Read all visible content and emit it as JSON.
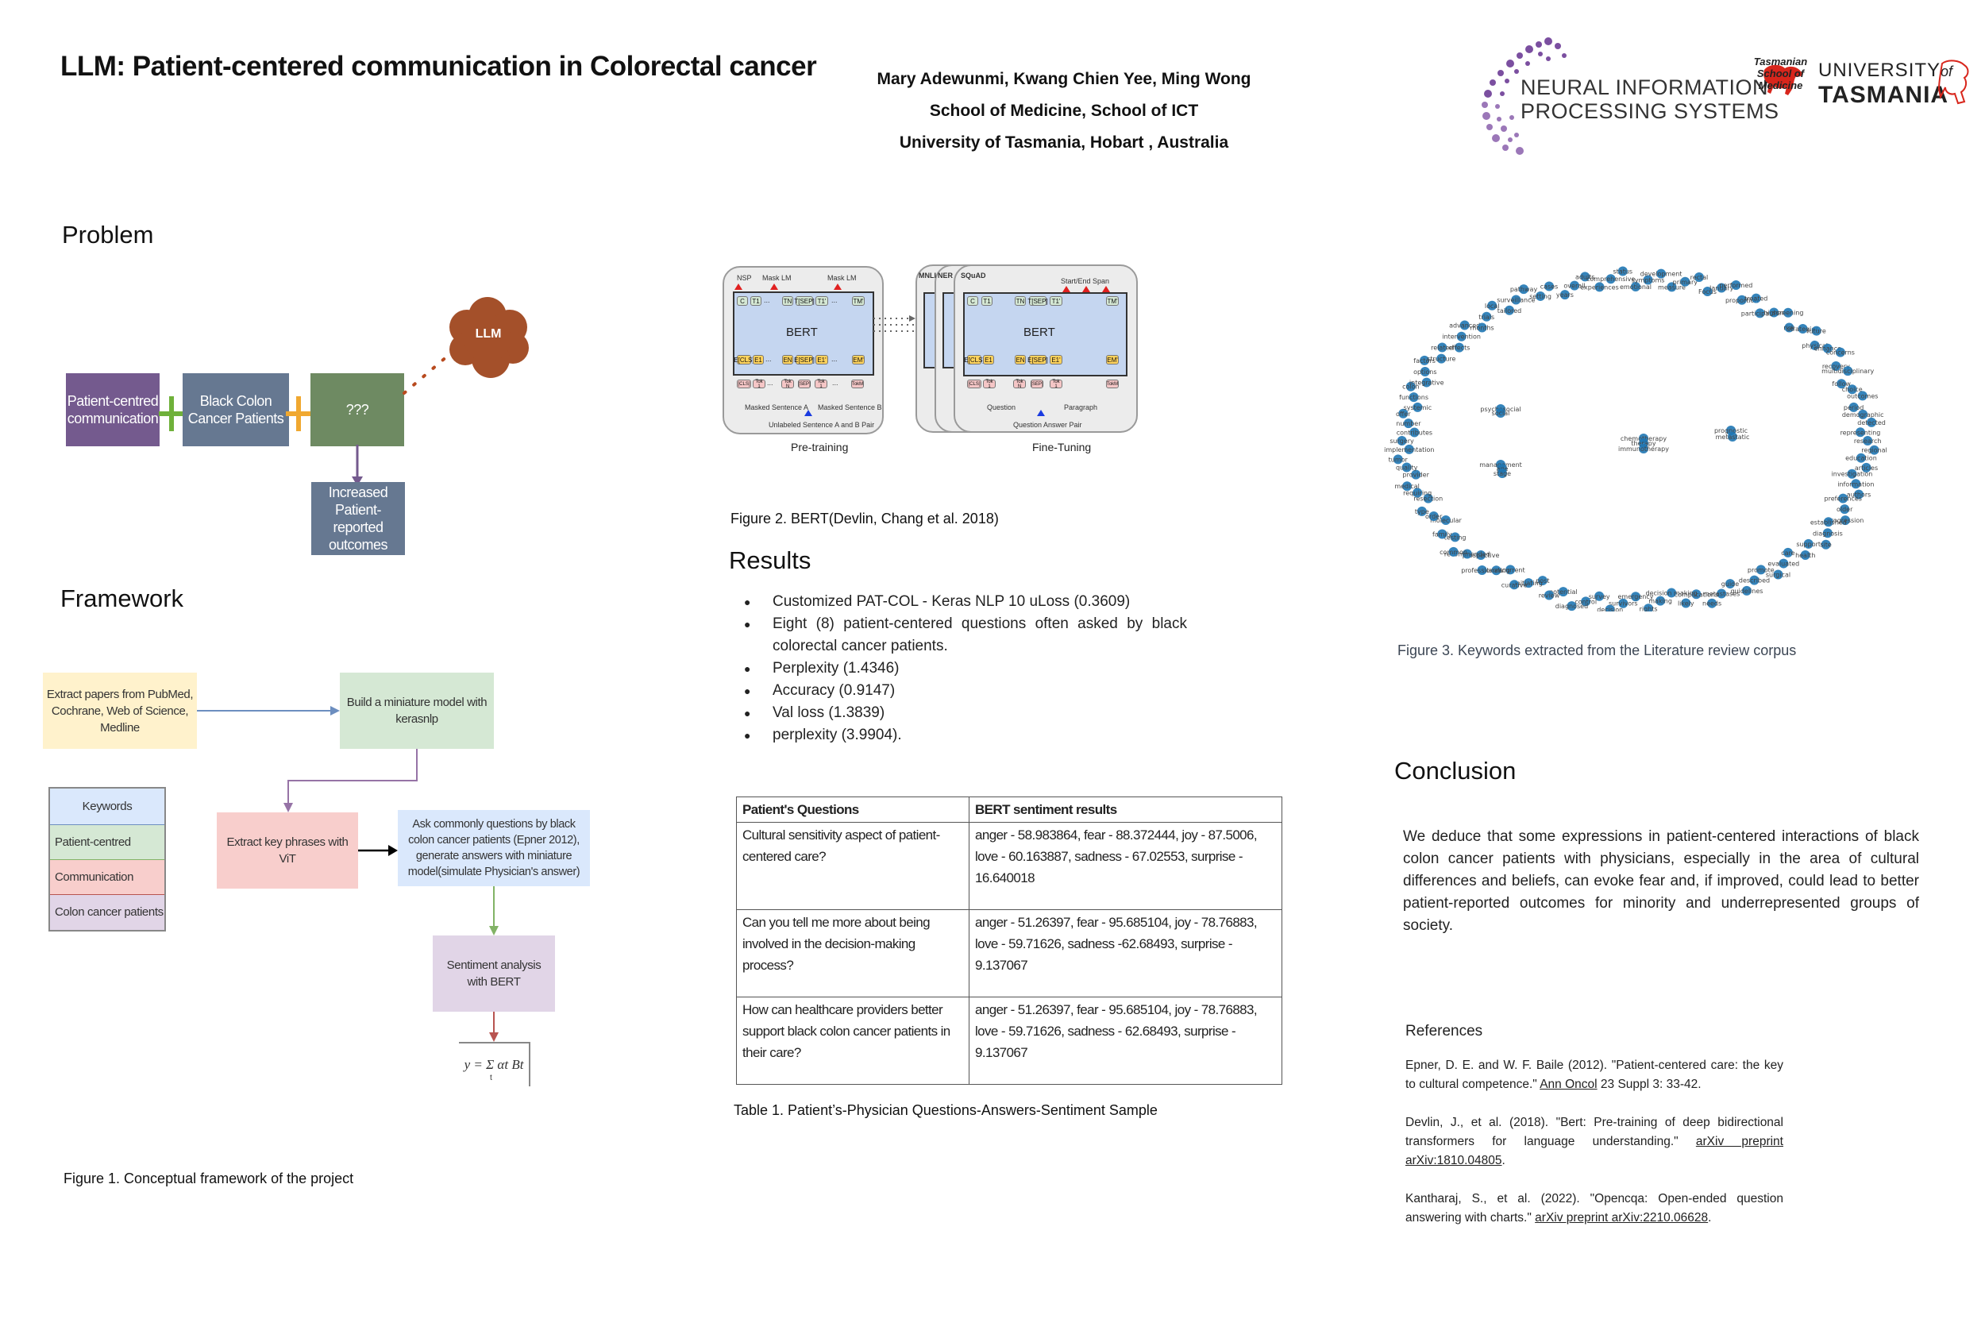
{
  "header": {
    "title": "LLM: Patient-centered communication in Colorectal cancer",
    "authors": "Mary Adewunmi, Kwang Chien Yee, Ming Wong",
    "schools": "School of Medicine, School of ICT",
    "university": "University of Tasmania, Hobart , Australia"
  },
  "logos": {
    "nips_line1": "NEURAL INFORMATION",
    "nips_line2": "PROCESSING SYSTEMS",
    "tas_school_line1": "Tasmanian",
    "tas_school_line2": "School of",
    "tas_school_line3": "Medicine",
    "utas_line1": "UNIVERSITY",
    "utas_of": "of",
    "utas_line2": "TASMANIA",
    "colors": {
      "nips_purple": "#7b4fa0",
      "utas_red": "#d8261c"
    }
  },
  "problem": {
    "heading": "Problem",
    "box1": "Patient-centred communication",
    "box2": "Black Colon Cancer Patients",
    "box3": "???",
    "box4": "Increased Patient-reported outcomes",
    "cloud": "LLM",
    "colors": {
      "box1": "#745a8e",
      "box2": "#667891",
      "box3": "#6e8a62",
      "box4": "#667891",
      "cloud": "#a4502a",
      "plus1": "#6fb13a",
      "plus2": "#f0a830"
    }
  },
  "framework": {
    "heading": "Framework",
    "steps": {
      "extract_papers": "Extract papers from PubMed, Cochrane, Web of Science, Medline",
      "build_model": "Build a miniature model with kerasnlp",
      "extract_phrases": "Extract key phrases with ViT",
      "ask_questions": "Ask commonly questions by black colon cancer patients (Epner 2012), generate answers with miniature model(simulate Physician's answer)",
      "sentiment": "Sentiment analysis with BERT",
      "formula": "y = Σ αt Bt",
      "formula_sub": "t"
    },
    "keywords_legend": [
      "Keywords",
      "Patient-centred",
      "Communication",
      "Colon cancer patients"
    ],
    "caption": "Figure 1. Conceptual framework of the project"
  },
  "bert_figure": {
    "pretraining": {
      "heads": [
        "NSP",
        "Mask LM",
        "Mask LM"
      ],
      "outputs": [
        "C",
        "T1",
        "...",
        "TN",
        "T[SEP]",
        "T1'",
        "...",
        "TM'"
      ],
      "embeds": [
        "E[CLS]",
        "E1",
        "...",
        "EN",
        "E[SEP]",
        "E1'",
        "...",
        "EM'"
      ],
      "tokens": [
        "[CLS]",
        "Tok 1",
        "...",
        "Tok N",
        "[SEP]",
        "Tok 1",
        "...",
        "TokM"
      ],
      "center": "BERT",
      "sentence_a": "Masked Sentence A",
      "sentence_b": "Masked Sentence B",
      "pair": "Unlabeled Sentence A and B Pair",
      "label": "Pre-training"
    },
    "finetuning": {
      "tasks": [
        "MNLI",
        "NER",
        "SQuAD"
      ],
      "head": "Start/End Span",
      "center": "BERT",
      "question": "Question",
      "paragraph": "Paragraph",
      "pair": "Question Answer Pair",
      "label": "Fine-Tuning"
    },
    "caption": "Figure 2. BERT(Devlin, Chang et al. 2018)"
  },
  "results": {
    "heading": "Results",
    "items": [
      "Customized PAT-COL - Keras NLP 10 uLoss (0.3609)",
      "Eight (8) patient-centered questions often asked by black colorectal cancer patients.",
      "Perplexity (1.4346)",
      "Accuracy (0.9147)",
      "Val loss (1.3839)",
      "perplexity (3.9904)."
    ]
  },
  "table": {
    "headers": [
      "Patient's Questions",
      "BERT sentiment results"
    ],
    "rows": [
      [
        "Cultural sensitivity aspect of patient-centered care?",
        "anger - 58.983864, fear - 88.372444, joy - 87.5006, love - 60.163887, sadness - 67.02553, surprise - 16.640018"
      ],
      [
        "Can you tell me more about being involved in the decision-making process?",
        "anger - 51.26397, fear - 95.685104, joy - 78.76883, love - 59.71626, sadness -62.68493, surprise - 9.137067"
      ],
      [
        "How can healthcare providers better support black colon cancer patients in their care?",
        "anger - 51.26397, fear - 95.685104, joy - 78.76883, love - 59.71626, sadness - 62.68493, surprise - 9.137067"
      ]
    ],
    "caption": "Table 1. Patient’s-Physician Questions-Answers-Sentiment Sample"
  },
  "keyword_graph": {
    "caption": "Figure 3. Keywords extracted from the Literature review corpus",
    "node_color": "#1f77b4",
    "ring_words": [
      "emotional",
      "symptoms",
      "development",
      "measure",
      "primary",
      "rectal",
      "Focus",
      "January",
      "performed",
      "proportion",
      "treated",
      "participants",
      "higher",
      "screening",
      "risk",
      "strategies",
      "future",
      "physical",
      "enhance",
      "concerns",
      "recovery",
      "multidisciplinary",
      "follow",
      "choice",
      "outcomes",
      "period",
      "demographic",
      "detected",
      "representing",
      "research",
      "regional",
      "education",
      "articles",
      "investigation",
      "information",
      "authors",
      "preferences",
      "older",
      "progression",
      "established",
      "diagnosis",
      "site",
      "support",
      "health",
      "care",
      "evaluated",
      "surgical",
      "promote",
      "described",
      "guidelines",
      "guide",
      "metastases",
      "needs",
      "complications",
      "likely",
      "decision making",
      "making",
      "rights",
      "emergency",
      "survivors",
      "decision",
      "survey",
      "control",
      "diagnosed",
      "potential",
      "review",
      "post",
      "initiating",
      "curative",
      "recurrent",
      "planning",
      "professionals",
      "prospective",
      "recommended",
      "common",
      "testing",
      "family",
      "molecular",
      "order",
      "type",
      "resection",
      "requiring",
      "medical",
      "provider",
      "quality",
      "tumor",
      "implementation",
      "surgery",
      "contributes",
      "number",
      "offer",
      "systemic",
      "functions",
      "colon",
      "integrative",
      "options",
      "factors",
      "structure",
      "related",
      "effects",
      "intervention",
      "advanced",
      "months",
      "trials",
      "local",
      "tailored",
      "surveillance",
      "pathway",
      "setting",
      "cases",
      "years",
      "overall",
      "adults",
      "experiences",
      "comprehensive",
      "status"
    ],
    "inner_words": [
      "psychosocial",
      "social",
      "chemotherapy",
      "therapy",
      "immunotherapy",
      "prognostic",
      "metastatic",
      "management",
      "age",
      "stage"
    ]
  },
  "conclusion": {
    "heading": "Conclusion",
    "text": "We deduce that some expressions in patient-centered interactions of black colon cancer patients with physicians, especially in the area of cultural differences and beliefs, can evoke fear and, if improved, could lead to better patient-reported outcomes for minority and underrepresented groups of society."
  },
  "references": {
    "heading": "References",
    "items": [
      {
        "pre": "Epner, D. E. and W. F. Baile (2012). \"Patient-centered care: the key to cultural competence.\" ",
        "link": "Ann Oncol",
        "post": " 23 Suppl 3: 33-42."
      },
      {
        "pre": "Devlin, J., et al. (2018). \"Bert: Pre-training of deep bidirectional transformers for language understanding.\" ",
        "link": "arXiv preprint arXiv:1810.04805",
        "post": "."
      },
      {
        "pre": "Kantharaj, S., et al. (2022). \"Opencqa: Open-ended question answering with charts.\" ",
        "link": "arXiv preprint arXiv:2210.06628",
        "post": "."
      }
    ]
  }
}
